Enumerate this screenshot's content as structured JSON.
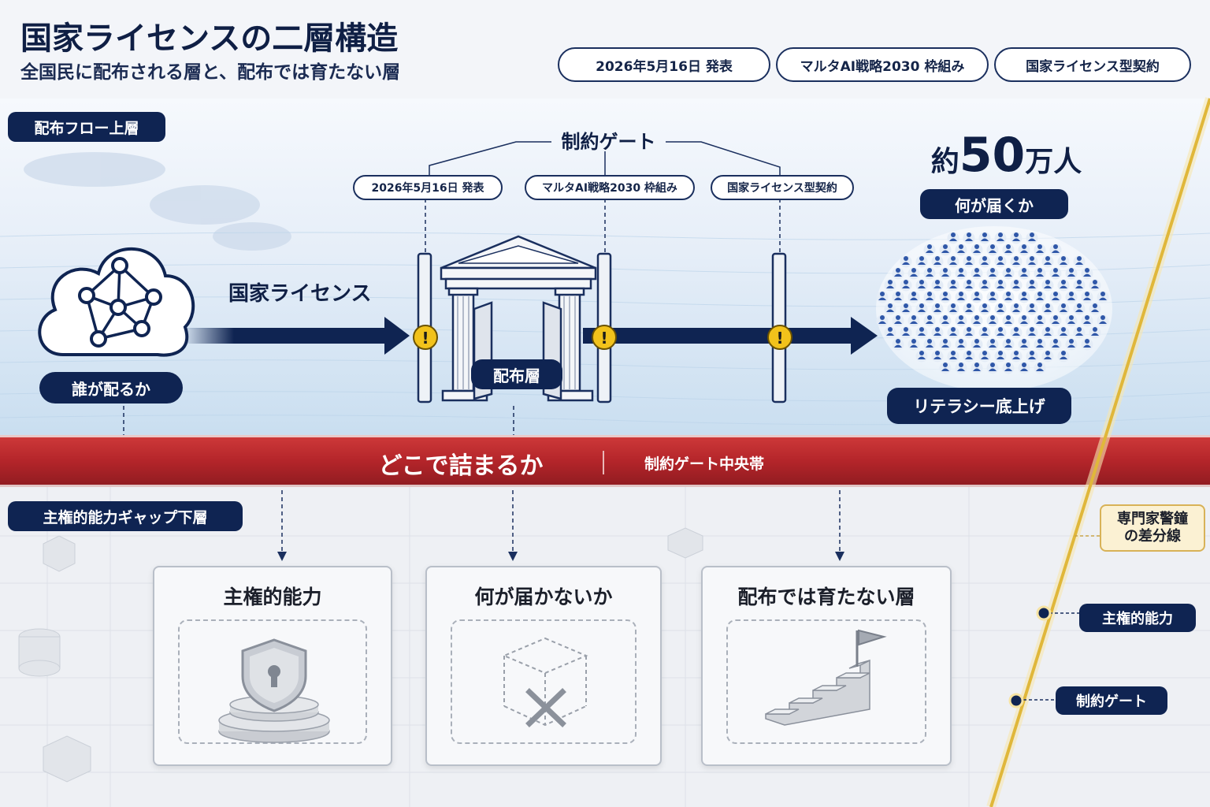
{
  "header": {
    "title": "国家ライセンスの二層構造",
    "subtitle": "全国民に配布される層と、配布では育たない層",
    "tags": [
      "2026年5月16日 発表",
      "マルタAI戦略2030 枠組み",
      "国家ライセンス型契約"
    ]
  },
  "upper": {
    "layer_label": "配布フロー上層",
    "gate_title": "制約ゲート",
    "gate_tags": [
      "2026年5月16日 発表",
      "マルタAI戦略2030 枠組み",
      "国家ライセンス型契約"
    ],
    "flow_label": "国家ライセンス",
    "who_label": "誰が配るか",
    "distribution_label": "配布層",
    "count_prefix": "約",
    "count_number": "50",
    "count_suffix": "万人",
    "what_arrives": "何が届くか",
    "literacy": "リテラシー底上げ"
  },
  "band": {
    "main": "どこで詰まるか",
    "sub": "制約ゲート中央帯"
  },
  "lower": {
    "layer_label": "主権的能力ギャップ下層",
    "cards": [
      {
        "title": "主権的能力"
      },
      {
        "title": "何が届かないか"
      },
      {
        "title": "配布では育たない層"
      }
    ]
  },
  "side": {
    "diff_line": "専門家警鐘\nの差分線",
    "marker_1": "主権的能力",
    "marker_2": "制約ゲート"
  },
  "colors": {
    "navy": "#0f2452",
    "red_band": "#b8282c",
    "gold": "#e0b73a",
    "warn": "#f2c21b"
  }
}
